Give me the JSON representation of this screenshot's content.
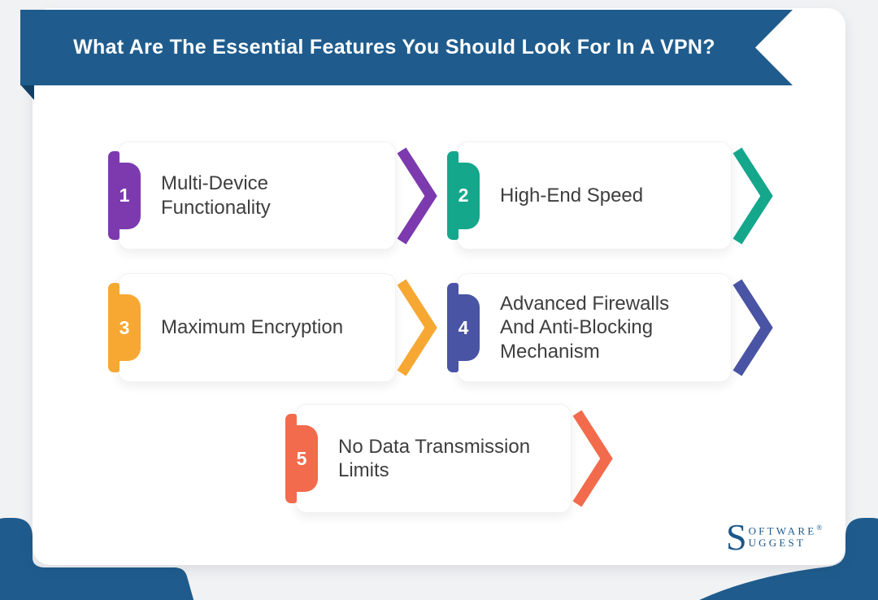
{
  "page": {
    "background_color": "#f1f2f4",
    "card_color": "#ffffff",
    "text_color": "#3e3e3e",
    "accent_blue": "#1f5c8d"
  },
  "banner": {
    "title": "What Are The Essential Features You Should Look For In A VPN?",
    "color": "#1f5c8d",
    "fold_color": "#133f63"
  },
  "items": [
    {
      "number": "1",
      "label": "Multi-Device Functionality",
      "color": "#7c3aae"
    },
    {
      "number": "2",
      "label": "High-End Speed",
      "color": "#14a78c"
    },
    {
      "number": "3",
      "label": "Maximum Encryption",
      "color": "#f6a832"
    },
    {
      "number": "4",
      "label": "Advanced Firewalls And Anti-Blocking Mechanism",
      "color": "#4a54a4"
    },
    {
      "number": "5",
      "label": "No Data Transmission Limits",
      "color": "#f26b4c"
    }
  ],
  "logo": {
    "initial": "S",
    "line1": "OFTWARE",
    "registered": "®",
    "line2": "UGGEST",
    "color": "#1a588b"
  }
}
